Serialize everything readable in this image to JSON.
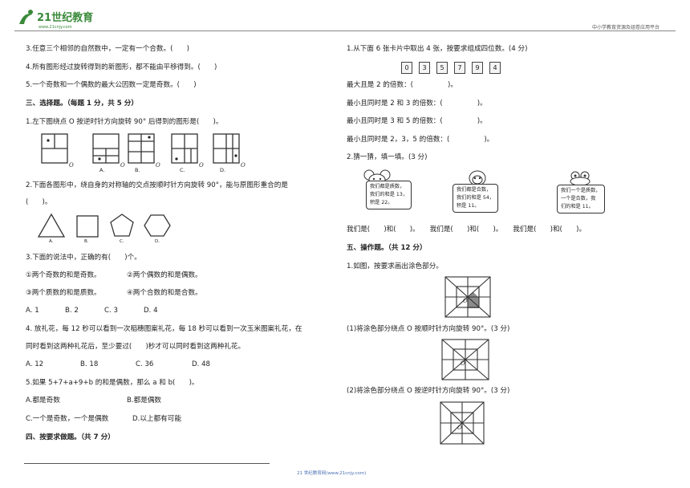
{
  "header": {
    "logo_text": "21世纪教育",
    "logo_sub": "www.21cnjy.com",
    "platform": "中小学教育资源及组卷应用平台"
  },
  "left": {
    "q3": "3.任意三个相邻的自然数中，一定有一个合数。(　　)",
    "q4": "4.所有图形经过旋转得到的新图形，都不能由平移得到。(　　)",
    "q5": "5.一个奇数和一个偶数的最大公因数一定是奇数。(　　)",
    "sec3": "三、选择题。（每题 1 分，共 5 分）",
    "c1": "1.左下图绕点 O 按逆时针方向旋转 90° 后得到的图形是(　　)。",
    "c1_labels": [
      "A.",
      "B.",
      "C.",
      "D."
    ],
    "o": "O",
    "c2a": "2.下面各图形中，绕自身的对称轴的交点按顺时针方向旋转 90°，能与原图形重合的是",
    "c2b": "(　　)。",
    "c3": "3.下面的说法中，正确的有(　　)个。",
    "c3_1": "①两个奇数的和是奇数。",
    "c3_2": "②两个偶数的和是偶数。",
    "c3_3": "③两个质数的和是质数。",
    "c3_4": "④两个合数的和是合数。",
    "c3_opts": [
      "A.  1",
      "B.  2",
      "C.  3",
      "D.  4"
    ],
    "c4a": "4. 放礼花，每 12 秒可以看到一次稻穗图案礼花，每 18 秒可以看到一次玉米图案礼花，在",
    "c4b": "同时看到这两种礼花后，至少要过(　　)秒才可以同时看到这两种礼花。",
    "c4_opts": [
      "A.  12",
      "B.  18",
      "C.  36",
      "D.  48"
    ],
    "c5": "5.如果 5+7+a+9+b 的和是偶数，那么 a 和 b(　　)。",
    "c5_a": "A.都是奇数",
    "c5_b": "B.都是偶数",
    "c5_c": "C.一个是奇数，一个是偶数",
    "c5_d": "D.以上都有可能",
    "sec4": "四、按要求做题。（共 7 分）"
  },
  "right": {
    "r1": "1.从下面 6 张卡片中取出 4 张，按要求组成四位数。(4 分)",
    "cards": [
      "0",
      "3",
      "5",
      "7",
      "9",
      "4"
    ],
    "r1a": "最大且是 2 的倍数：(　　　　　)。",
    "r1b": "最小且同时是 2 和 3 的倍数：(　　　　　)。",
    "r1c": "最小且同时是 3 和 5 的倍数：(　　　　　)。",
    "r1d": "最小且同时是 2，3，5 的倍数：(　　　　　)。",
    "r2": "2.猜一猜，填一填。(3 分)",
    "b1": [
      "我们都是质数，",
      "我们的和是 13，",
      "积是 22。"
    ],
    "b2": [
      "我们都是合数，",
      "我们的和是 54，",
      "积是 11。"
    ],
    "b3": [
      "我们一个是质数，",
      "一个是合数，我",
      "们的和是 11。"
    ],
    "r2ans": "我们是(　　)和(　　)。　　我们是(　　)和(　　)。　　我们是(　　)和(　　)。",
    "sec5": "五、操作题。（共 12 分）",
    "o1": "1.如图，按要求画出涂色部分。",
    "o1a": "(1)将涂色部分绕点 O 按顺时针方向旋转 90°。(3 分)",
    "o1b": "(2)将涂色部分绕点 O 按逆时针方向旋转 90°。(3 分)",
    "o": "O"
  },
  "footer": {
    "text": "21 世纪教育网(www.21cnjy.com)"
  },
  "colors": {
    "logo": "#3a8a3a",
    "shade": "#8c8c8c",
    "footer": "#4a6fb3"
  }
}
